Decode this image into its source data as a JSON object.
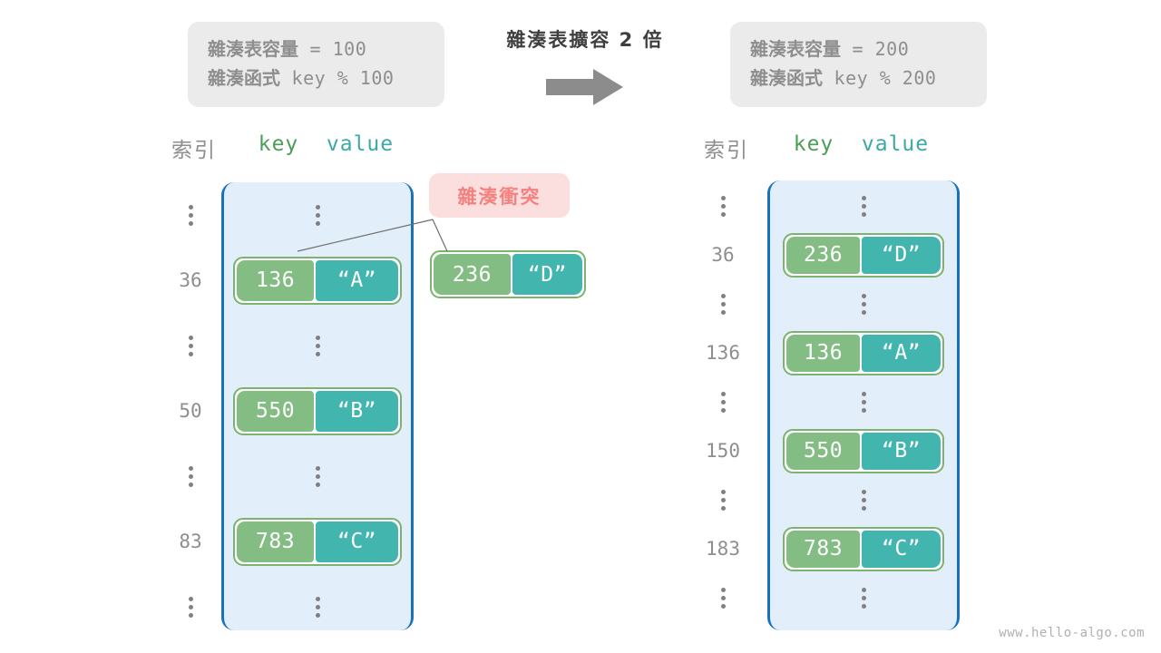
{
  "header": {
    "left_box": {
      "capacity_label": "雜湊表容量",
      "capacity_eq": " = 100",
      "function_label": "雜湊函式",
      "function_expr": " key % 100"
    },
    "right_box": {
      "capacity_label": "雜湊表容量",
      "capacity_eq": " = 200",
      "function_label": "雜湊函式",
      "function_expr": " key % 200"
    },
    "transition_label": "雜湊表擴容 2 倍",
    "arrow_icon": "right-arrow-icon"
  },
  "columns": {
    "index_header": "索引",
    "key_header": "key",
    "value_header": "value"
  },
  "collision": {
    "badge_label": "雜湊衝突",
    "free_pair": {
      "key": "236",
      "value": "“D”"
    }
  },
  "left_table": {
    "rows": [
      {
        "index": "⋮",
        "type": "dots"
      },
      {
        "index": "36",
        "type": "pair",
        "key": "136",
        "value": "“A”"
      },
      {
        "index": "⋮",
        "type": "dots"
      },
      {
        "index": "50",
        "type": "pair",
        "key": "550",
        "value": "“B”"
      },
      {
        "index": "⋮",
        "type": "dots"
      },
      {
        "index": "83",
        "type": "pair",
        "key": "783",
        "value": "“C”"
      },
      {
        "index": "⋮",
        "type": "dots"
      }
    ]
  },
  "right_table": {
    "rows": [
      {
        "index": "⋮",
        "type": "dots"
      },
      {
        "index": "36",
        "type": "pair",
        "key": "236",
        "value": "“D”"
      },
      {
        "index": "⋮",
        "type": "dots"
      },
      {
        "index": "136",
        "type": "pair",
        "key": "136",
        "value": "“A”"
      },
      {
        "index": "⋮",
        "type": "dots"
      },
      {
        "index": "150",
        "type": "pair",
        "key": "550",
        "value": "“B”"
      },
      {
        "index": "⋮",
        "type": "dots"
      },
      {
        "index": "183",
        "type": "pair",
        "key": "783",
        "value": "“C”"
      },
      {
        "index": "⋮",
        "type": "dots"
      }
    ]
  },
  "watermark": "www.hello-algo.com",
  "colors": {
    "key_cell": "#84bd84",
    "value_cell": "#41b5ae",
    "pair_border": "#7cb36f",
    "bucket_bg": "#e2effa",
    "bucket_border": "#1772bb",
    "badge_bg": "#fbdfdf",
    "badge_text": "#f4817f",
    "info_bg": "#ebebeb",
    "muted_text": "#8e8e8e"
  }
}
